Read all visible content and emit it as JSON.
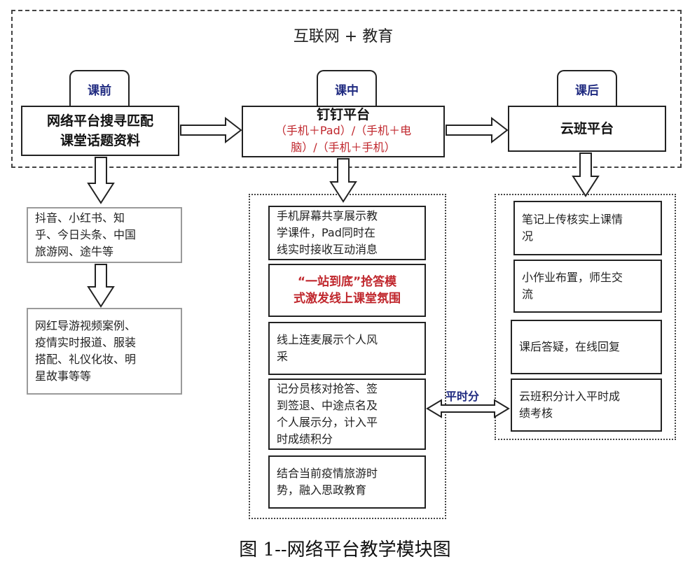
{
  "top_title": "互联网 + 教育",
  "stages": [
    {
      "tab": "课前",
      "main": "网络平台搜寻匹配\n课堂话题资料",
      "sub": ""
    },
    {
      "tab": "课中",
      "main": "钉钉平台",
      "sub": "（手机＋Pad）/（手机＋电\n脑）/（手机＋手机）"
    },
    {
      "tab": "课后",
      "main": "云班平台",
      "sub": ""
    }
  ],
  "left_boxes": [
    "抖音、小红书、知\n乎、今日头条、中国\n旅游网、途牛等",
    "网红导游视频案例、\n疫情实时报道、服装\n搭配、礼仪化妆、明\n星故事等等"
  ],
  "middle_boxes": [
    "手机屏幕共享展示教\n学课件，Pad同时在\n线实时接收互动消息",
    "“一站到底”抢答模\n式激发线上课堂氛围",
    "线上连麦展示个人风\n采",
    "记分员核对抢答、签\n到签退、中途点名及\n个人展示分，计入平\n时成绩积分",
    "结合当前疫情旅游时\n势，融入思政教育"
  ],
  "right_boxes": [
    "笔记上传核实上课情\n况",
    "小作业布置，师生交\n流",
    "课后答疑，在线回复",
    "云班积分计入平时成\n绩考核"
  ],
  "link_label": "平时分",
  "caption": "图 1--网络平台教学模块图",
  "colors": {
    "accent_red": "#c0272d",
    "tab_blue": "#1f2a80"
  }
}
